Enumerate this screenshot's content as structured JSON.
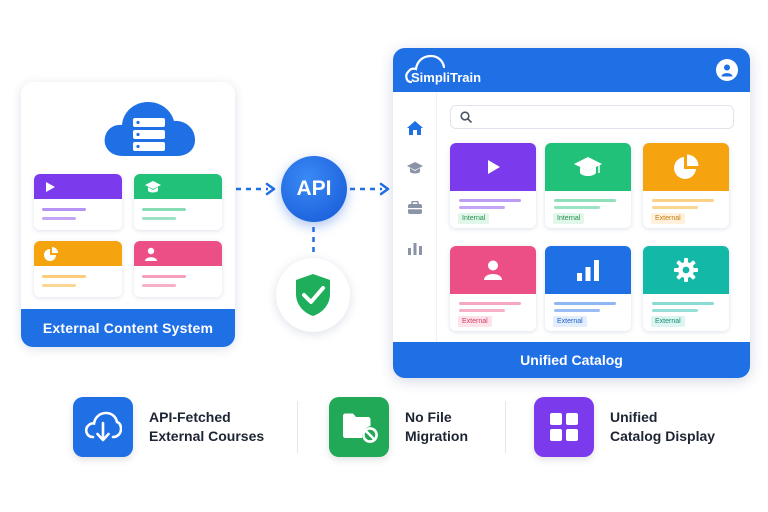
{
  "external_system": {
    "label": "External Content System",
    "cards": [
      {
        "color": "#7c3aed",
        "icon": "play-icon"
      },
      {
        "color": "#22c17a",
        "icon": "graduation-cap-icon"
      },
      {
        "color": "#f5a30f",
        "icon": "pie-chart-icon"
      },
      {
        "color": "#ec4f86",
        "icon": "user-icon"
      }
    ]
  },
  "api": {
    "label": "API"
  },
  "app": {
    "brand": "SimpliTrain",
    "sidebar": [
      "home-icon",
      "graduation-cap-icon",
      "briefcase-icon",
      "bar-chart-icon"
    ],
    "courses": [
      {
        "color": "#7c3aed",
        "icon": "play-icon",
        "badge": "Internal"
      },
      {
        "color": "#22c17a",
        "icon": "graduation-cap-icon",
        "badge": "Internal"
      },
      {
        "color": "#f5a30f",
        "icon": "pie-chart-icon",
        "badge": "External"
      },
      {
        "color": "#ec4f86",
        "icon": "user-icon",
        "badge": "External"
      },
      {
        "color": "#1f6fe5",
        "icon": "bar-chart-icon",
        "badge": "External"
      },
      {
        "color": "#14b8a6",
        "icon": "gear-icon",
        "badge": "External"
      }
    ],
    "footer": "Unified Catalog"
  },
  "features": [
    {
      "line1": "API-Fetched",
      "line2": "External Courses",
      "color": "#1f6fe5",
      "icon": "cloud-download-icon"
    },
    {
      "line1": "No File",
      "line2": "Migration",
      "color": "#22a957",
      "icon": "folder-blocked-icon"
    },
    {
      "line1": "Unified",
      "line2": "Catalog Display",
      "color": "#7c3aed",
      "icon": "grid-icon"
    }
  ]
}
